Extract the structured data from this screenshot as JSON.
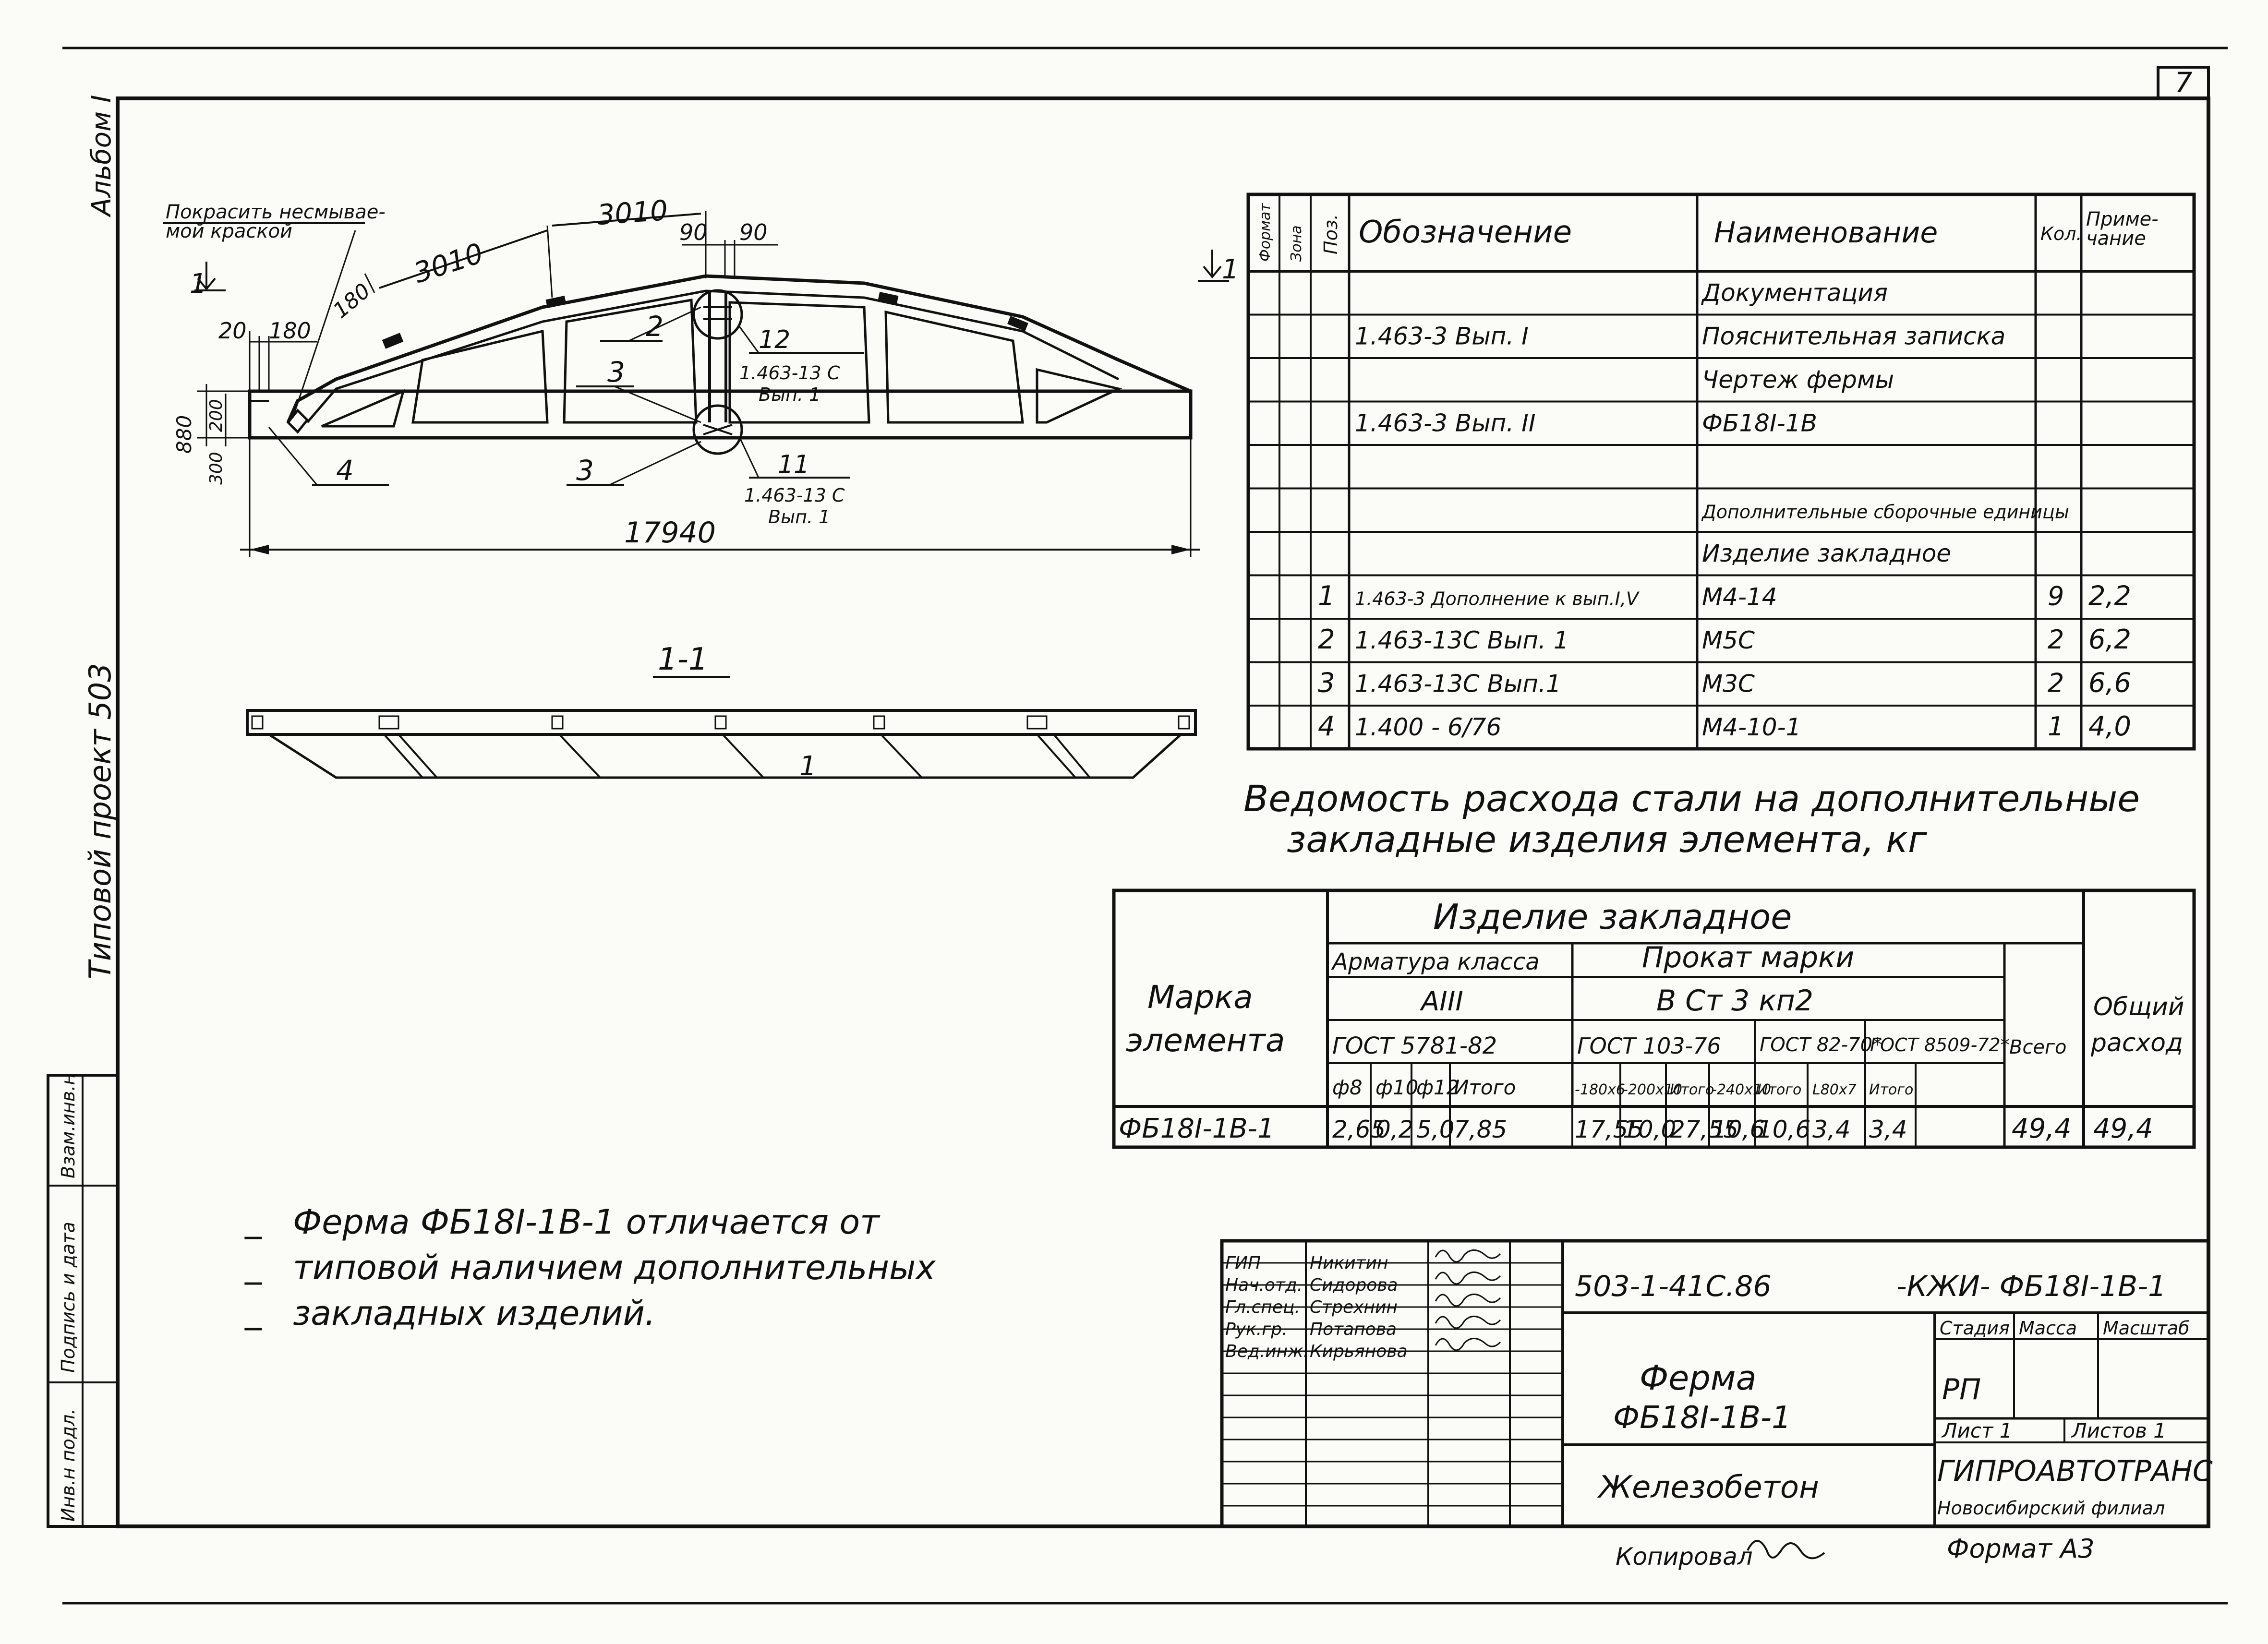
{
  "sheet_number": "7",
  "side_labels": {
    "album": "Альбом I",
    "project": "Типовой проект 503",
    "inv_podl": "Инв.н подл.",
    "podpis": "Подпись и дата",
    "vzam": "Взам.инв.н"
  },
  "drawing": {
    "note_paint": [
      "Покрасить несмываe-",
      "мой краской"
    ],
    "section_mark": "1",
    "section_title": "1-1",
    "dims": {
      "d3010a": "3010",
      "d3010b": "3010",
      "d90a": "90",
      "d90b": "90",
      "d20": "20",
      "d180a": "180",
      "d180b": "180",
      "d880": "880",
      "d200": "200",
      "d300": "300",
      "d17940": "17940"
    },
    "callouts": {
      "c2": "2",
      "c3a": "3",
      "c3b": "3",
      "c4": "4",
      "c12": "12",
      "ref12a": "1.463-13 С",
      "ref12b": "Вып. 1",
      "c11": "11",
      "ref11a": "1.463-13 С",
      "ref11b": "Вып. 1",
      "sec_pos": "1"
    }
  },
  "spec_table": {
    "headers": {
      "format": "Формат",
      "zone": "Зона",
      "pos": "Поз.",
      "designation": "Обозначение",
      "name": "Наименование",
      "qty": "Кол.",
      "note_a": "Приме-",
      "note_b": "чание"
    },
    "rows": [
      {
        "pos": "",
        "designation": "",
        "name": "Документация",
        "qty": "",
        "note": ""
      },
      {
        "pos": "",
        "designation": "1.463-3   Вып. I",
        "name": "Пояснительная записка",
        "qty": "",
        "note": ""
      },
      {
        "pos": "",
        "designation": "",
        "name": "Чертеж фермы",
        "qty": "",
        "note": ""
      },
      {
        "pos": "",
        "designation": "1.463-3  Вып. II",
        "name": "ФБ18I-1В",
        "qty": "",
        "note": ""
      },
      {
        "pos": "",
        "designation": "",
        "name": "",
        "qty": "",
        "note": ""
      },
      {
        "pos": "",
        "designation": "",
        "name": "Дополнительные сборочные единицы",
        "qty": "",
        "note": ""
      },
      {
        "pos": "",
        "designation": "",
        "name": "Изделие закладное",
        "qty": "",
        "note": ""
      },
      {
        "pos": "1",
        "designation": "1.463-3 Дополнение к вып.I,V",
        "name": "М4-14",
        "qty": "9",
        "note": "2,2"
      },
      {
        "pos": "2",
        "designation": "1.463-13С   Вып. 1",
        "name": "М5С",
        "qty": "2",
        "note": "6,2"
      },
      {
        "pos": "3",
        "designation": "1.463-13С   Вып.1",
        "name": "М3С",
        "qty": "2",
        "note": "6,6"
      },
      {
        "pos": "4",
        "designation": "1.400 - 6/76",
        "name": "М4-10-1",
        "qty": "1",
        "note": "4,0"
      }
    ]
  },
  "steel": {
    "title_line1": "Ведомость расхода стали на дополнительные",
    "title_line2": "закладные изделия элемента, кг",
    "h_item": "Изделие   закладное",
    "h_armature": "Арматура класса",
    "h_rolled": "Прокат марки",
    "h_class": "АIII",
    "h_steel": "В Ст 3 кп2",
    "h_mark_a": "Марка",
    "h_mark_b": "элемента",
    "h_total": "Всего",
    "h_general_a": "Общий",
    "h_general_b": "расход",
    "h_gost1": "ГОСТ 5781-82",
    "h_gost2": "ГОСТ 103-76",
    "h_gost3": "ГОСТ 82-70*",
    "h_gost4": "ГОСТ 8509-72*",
    "cols": [
      "ф8",
      "ф10",
      "ф12",
      "Итого",
      "-180х6",
      "-200х10",
      "Итого",
      "-240х10",
      "Итого",
      "L80х7",
      "Итого"
    ],
    "row": {
      "mark": "ФБ18I-1В-1",
      "values": [
        "2,65",
        "0,2",
        "5,0",
        "7,85",
        "17,55",
        "10,0",
        "27,55",
        "10,6",
        "10,6",
        "3,4",
        "3,4"
      ],
      "total": "49,4",
      "general": "49,4"
    }
  },
  "notes": [
    "Ферма ФБ18I-1В-1 отличается от",
    "типовой наличием дополнительных",
    "закладных изделий."
  ],
  "title_block": {
    "code": "503-1-41С.86",
    "code2": "-КЖИ- ФБ18I-1В-1",
    "roles": [
      "ГИП",
      "Нач.отд.",
      "Гл.спец.",
      "Рук.гр.",
      "Вед.инж."
    ],
    "names": [
      "Никитин",
      "Сидорова",
      "Стрехнин",
      "Потапова",
      "Кирьянова"
    ],
    "stage_h": "Стадия",
    "mass_h": "Масса",
    "scale_h": "Масштаб",
    "stage": "РП",
    "object_a": "Ферма",
    "object_b": "ФБ18I-1В-1",
    "material": "Железобетон",
    "sheet": "Лист 1",
    "sheets": "Листов 1",
    "org": "ГИПРОАВТОТРАНС",
    "branch": "Новосибирский филиал",
    "copied": "Копировал",
    "format": "Формат А3"
  }
}
